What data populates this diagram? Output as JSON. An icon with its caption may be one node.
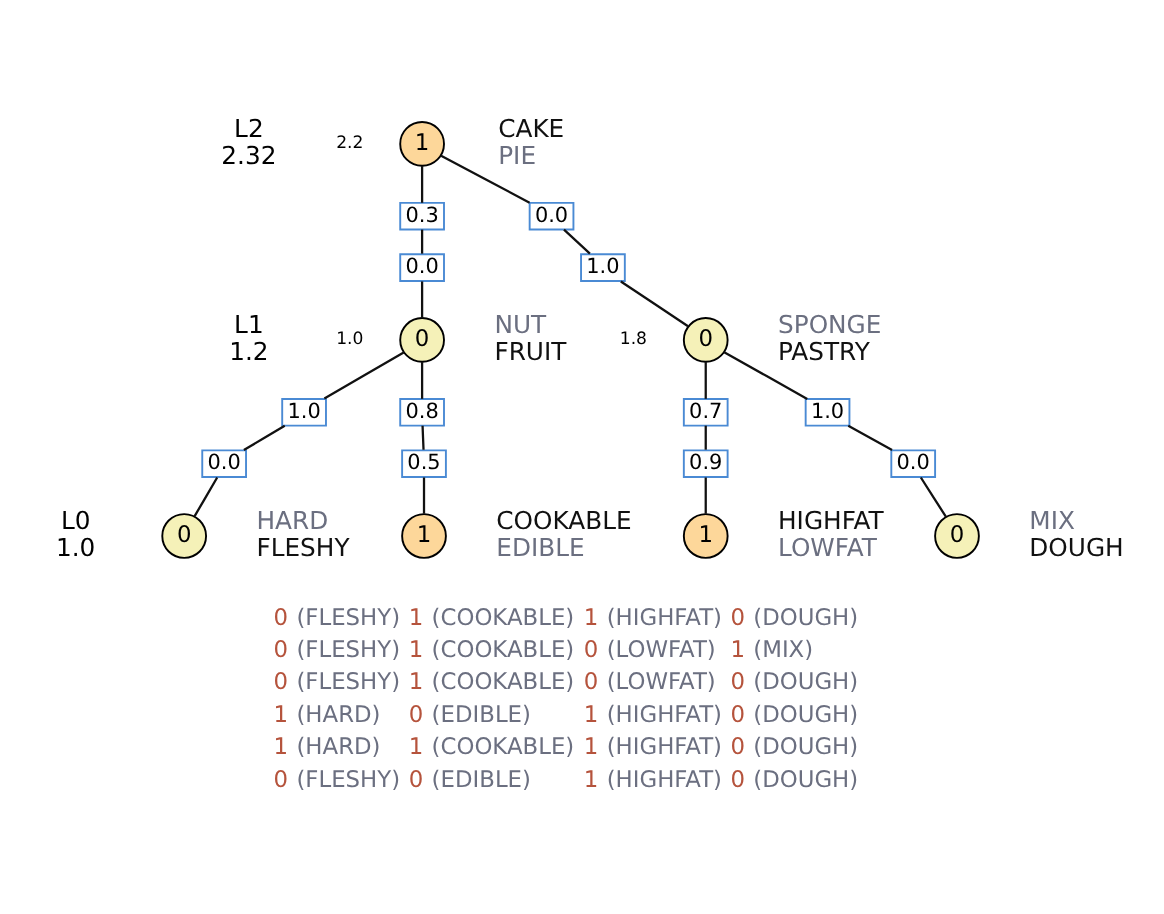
{
  "diagram": {
    "nodes": [
      {
        "text": [
          "1"
        ],
        "beside": [
          "2.2",
          "CAKE",
          "PIE"
        ]
      },
      {
        "text": [
          "0.3"
        ]
      },
      {
        "text": [
          "0.0"
        ]
      },
      {
        "text": [
          "0.0"
        ]
      },
      {
        "text": [
          "1.0"
        ]
      },
      {
        "text": [
          "0"
        ],
        "beside": [
          "1.0",
          "NUT",
          "FRUIT"
        ]
      },
      {
        "text": [
          "0"
        ],
        "beside": [
          "1.8",
          "SPONGE",
          "PASTRY"
        ]
      },
      {
        "text": [
          "1.0"
        ]
      },
      {
        "text": [
          "0.0"
        ]
      },
      {
        "text": [
          "0.8"
        ]
      },
      {
        "text": [
          "0.5"
        ]
      },
      {
        "text": [
          "0.7"
        ]
      },
      {
        "text": [
          "0.9"
        ]
      },
      {
        "text": [
          "1.0"
        ]
      },
      {
        "text": [
          "0.0"
        ]
      },
      {
        "text": [
          "0"
        ],
        "beside": [
          "HARD",
          "FLESHY"
        ]
      },
      {
        "text": [
          "1"
        ],
        "beside": [
          "COOKABLE",
          "EDIBLE"
        ]
      },
      {
        "text": [
          "1"
        ],
        "beside": [
          "HIGHFAT",
          "LOWFAT"
        ]
      },
      {
        "text": [
          "0"
        ],
        "beside": [
          "MIX",
          "DOUGH"
        ]
      }
    ],
    "edges": [
      {
        "from": 0,
        "to": 1,
        "arrow": "none"
      },
      {
        "from": 1,
        "to": 2,
        "arrow": "none"
      },
      {
        "from": 2,
        "to": 5,
        "arrow": "none"
      },
      {
        "from": 0,
        "to": 3,
        "arrow": "none"
      },
      {
        "from": 3,
        "to": 4,
        "arrow": "none"
      },
      {
        "from": 4,
        "to": 6,
        "arrow": "none"
      },
      {
        "from": 5,
        "to": 7,
        "arrow": "none"
      },
      {
        "from": 7,
        "to": 8,
        "arrow": "none"
      },
      {
        "from": 8,
        "to": 15,
        "arrow": "none"
      },
      {
        "from": 5,
        "to": 9,
        "arrow": "none"
      },
      {
        "from": 9,
        "to": 10,
        "arrow": "none"
      },
      {
        "from": 10,
        "to": 16,
        "arrow": "none"
      },
      {
        "from": 6,
        "to": 11,
        "arrow": "none"
      },
      {
        "from": 11,
        "to": 12,
        "arrow": "none"
      },
      {
        "from": 12,
        "to": 17,
        "arrow": "none"
      },
      {
        "from": 6,
        "to": 13,
        "arrow": "none"
      },
      {
        "from": 13,
        "to": 14,
        "arrow": "none"
      },
      {
        "from": 14,
        "to": 18,
        "arrow": "none"
      }
    ],
    "labels": [
      "L2",
      "2.32",
      "L1",
      "1.2",
      "L0",
      "1.0",
      "0",
      "(FLESHY)",
      "1",
      "(COOKABLE)",
      "1",
      "(HIGHFAT)",
      "0",
      "(DOUGH)",
      "0",
      "(FLESHY)",
      "1",
      "(COOKABLE)",
      "0",
      "(LOWFAT)",
      "1",
      "(MIX)",
      "0",
      "(FLESHY)",
      "1",
      "(COOKABLE)",
      "0",
      "(LOWFAT)",
      "0",
      "(DOUGH)",
      "1",
      "(HARD)",
      "0",
      "(EDIBLE)",
      "1",
      "(HIGHFAT)",
      "0",
      "(DOUGH)",
      "1",
      "(HARD)",
      "1",
      "(COOKABLE)",
      "1",
      "(HIGHFAT)",
      "0",
      "(DOUGH)",
      "0",
      "(FLESHY)",
      "0",
      "(EDIBLE)",
      "1",
      "(HIGHFAT)",
      "0",
      "(DOUGH)"
    ]
  }
}
